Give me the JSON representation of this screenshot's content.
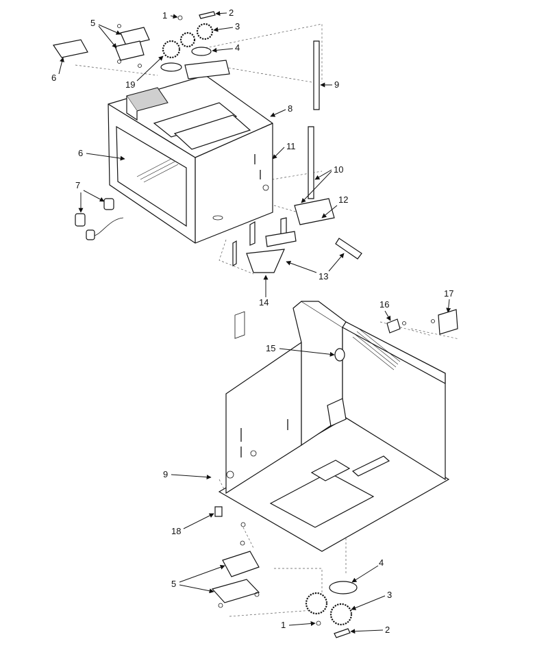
{
  "callouts_upper": [
    "1",
    "2",
    "3",
    "4",
    "5",
    "6",
    "19",
    "9",
    "8",
    "6",
    "11",
    "10",
    "7",
    "12",
    "13",
    "14"
  ],
  "callouts_lower": [
    "16",
    "17",
    "15",
    "9",
    "18",
    "4",
    "5",
    "3",
    "1",
    "2"
  ]
}
